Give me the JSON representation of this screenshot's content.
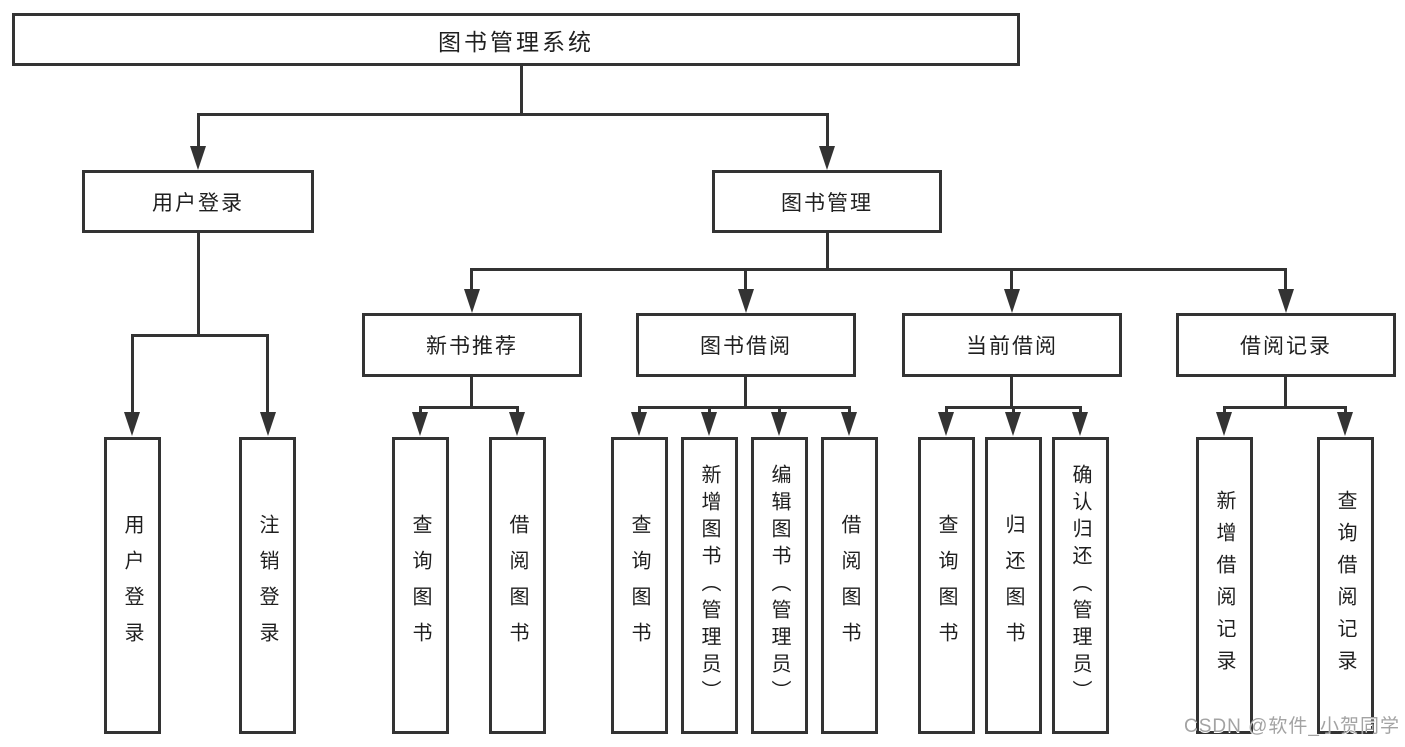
{
  "diagram": {
    "root": {
      "label": "图书管理系统"
    },
    "branches": [
      {
        "label": "用户登录",
        "children": [
          {
            "label": "用户登录"
          },
          {
            "label": "注销登录"
          }
        ]
      },
      {
        "label": "图书管理",
        "children": [
          {
            "label": "新书推荐",
            "children": [
              {
                "label": "查询图书"
              },
              {
                "label": "借阅图书"
              }
            ]
          },
          {
            "label": "图书借阅",
            "children": [
              {
                "label": "查询图书"
              },
              {
                "label": "新增图书（管理员）"
              },
              {
                "label": "编辑图书（管理员）"
              },
              {
                "label": "借阅图书"
              }
            ]
          },
          {
            "label": "当前借阅",
            "children": [
              {
                "label": "查询图书"
              },
              {
                "label": "归还图书"
              },
              {
                "label": "确认归还（管理员）"
              }
            ]
          },
          {
            "label": "借阅记录",
            "children": [
              {
                "label": "新增借阅记录"
              },
              {
                "label": "查询借阅记录"
              }
            ]
          }
        ]
      }
    ]
  },
  "watermark": {
    "label": "CSDN @软件_小贺同学"
  },
  "colors": {
    "line": "#333333",
    "text": "#1f1f1f",
    "watermark": "#a3a3a3",
    "background": "#ffffff"
  }
}
